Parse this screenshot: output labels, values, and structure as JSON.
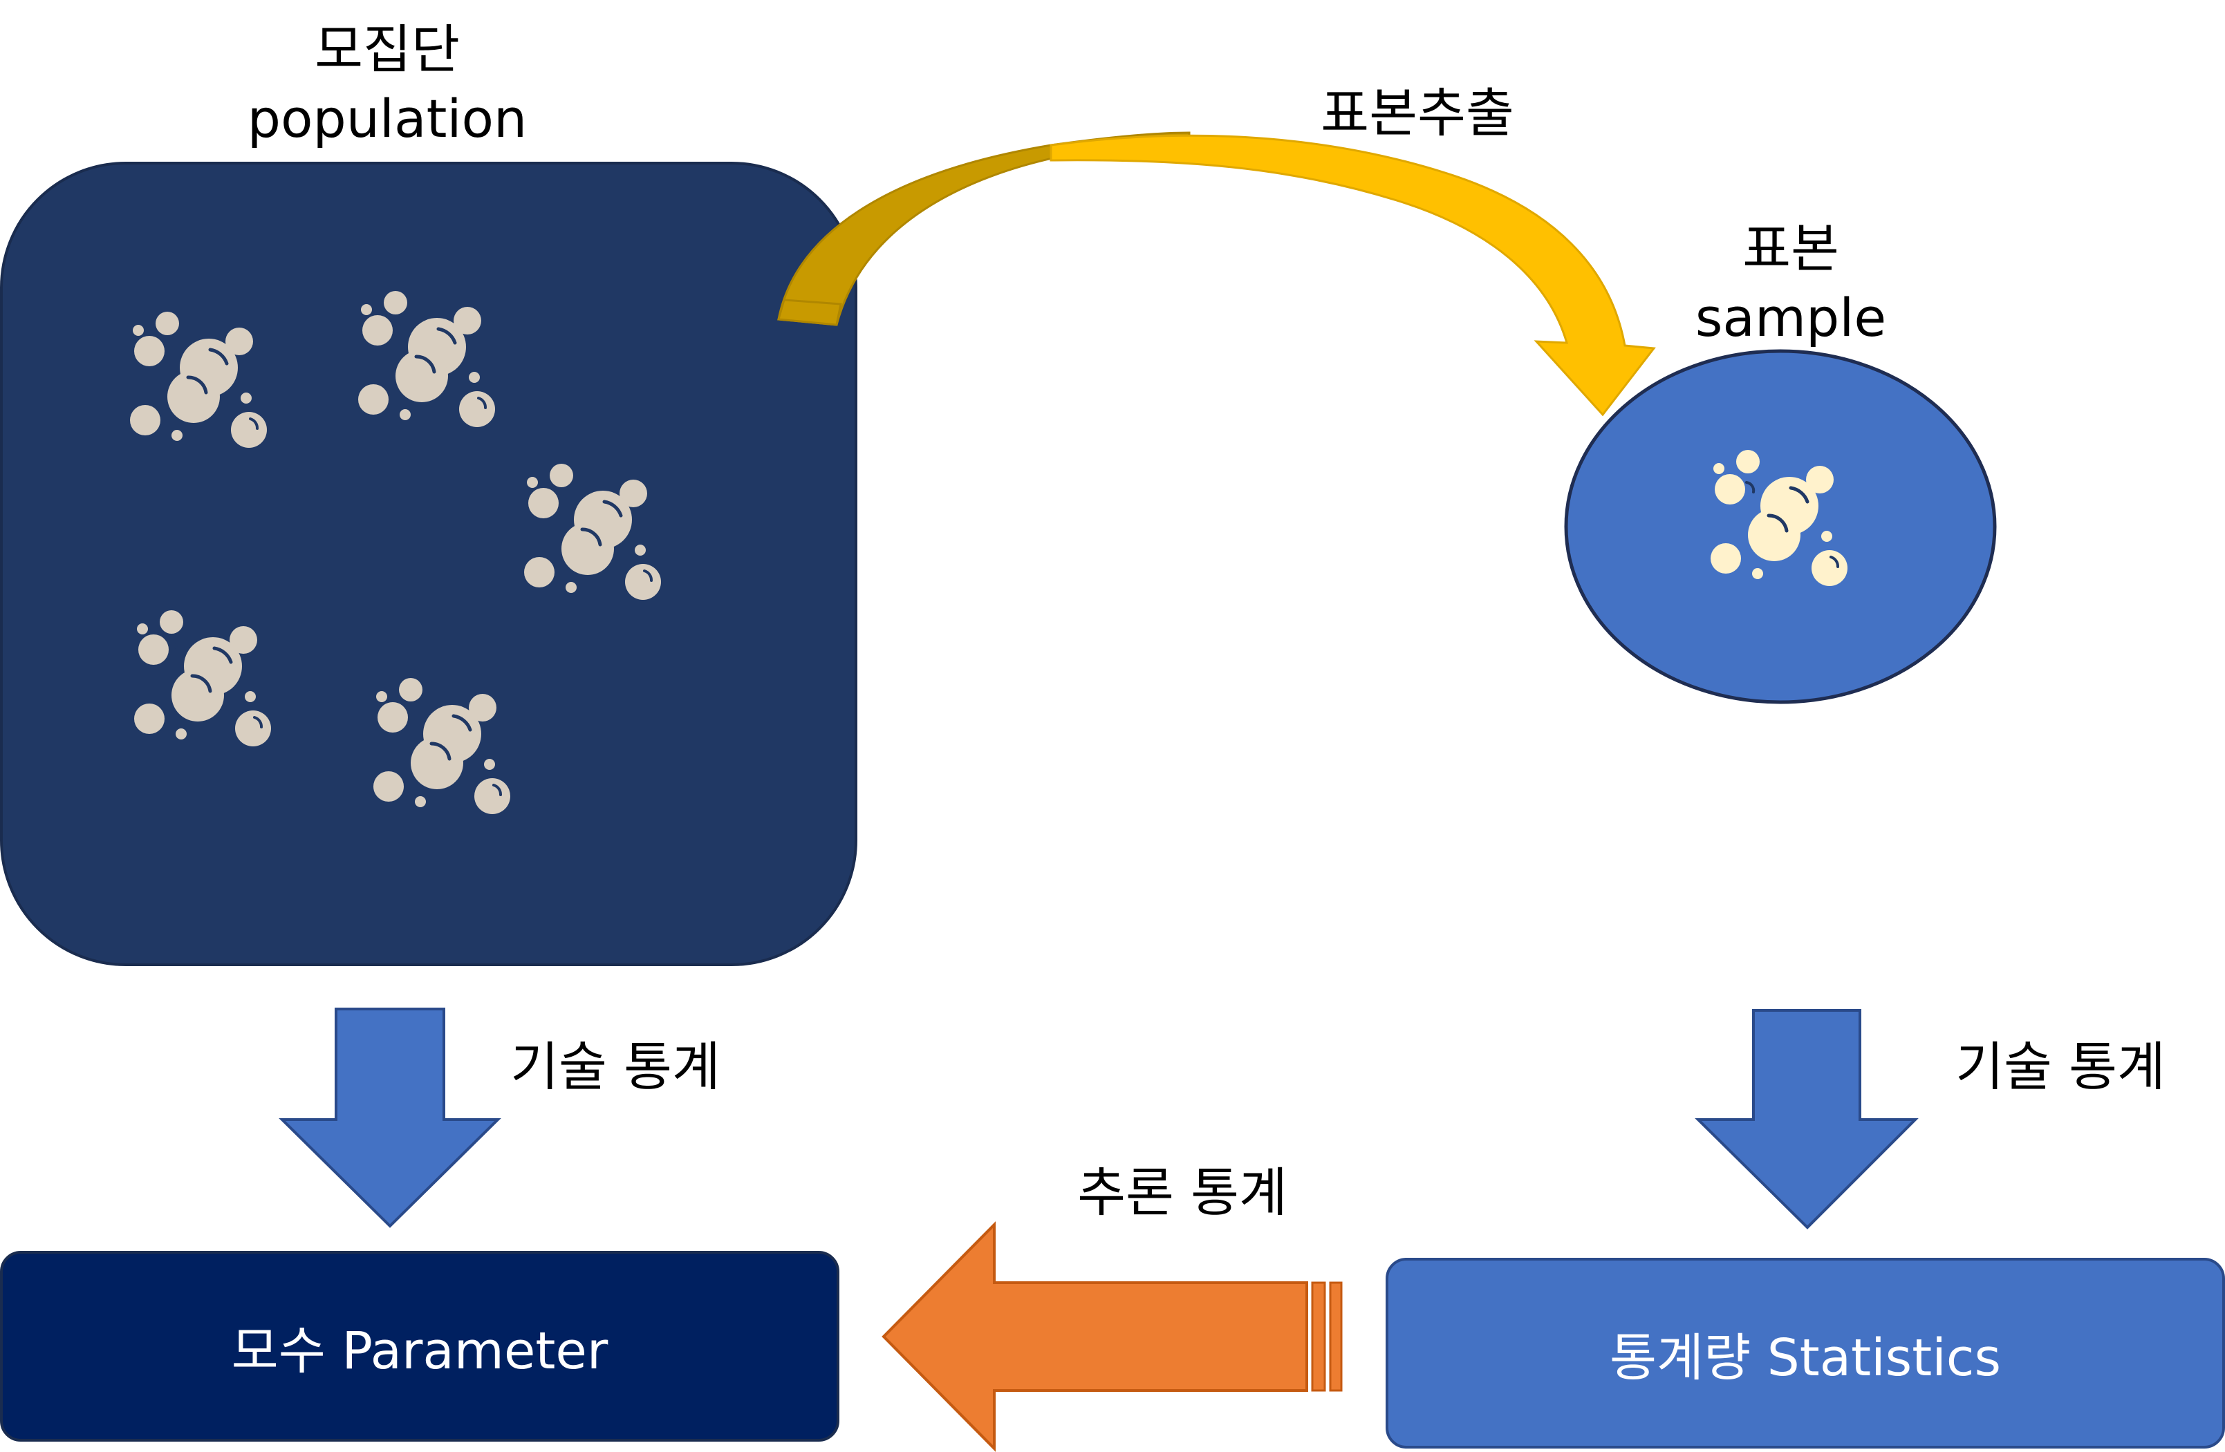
{
  "population": {
    "title_ko": "모집단",
    "title_en": "population"
  },
  "sampling_arrow": {
    "label": "표본추출"
  },
  "sample": {
    "title_ko": "표본",
    "title_en": "sample"
  },
  "descriptive_left": {
    "label": "기술 통계"
  },
  "descriptive_right": {
    "label": "기술 통계"
  },
  "inferential": {
    "label": "추론 통계"
  },
  "parameter_box": {
    "label": "모수 Parameter"
  },
  "statistics_box": {
    "label": "통계량 Statistics"
  },
  "colors": {
    "population_fill": "#203864",
    "sample_fill": "#4472C4",
    "parameter_fill": "#002060",
    "statistics_fill": "#4472C4",
    "down_arrow_fill": "#4472C4",
    "curve_arrow_light": "#FFC000",
    "curve_arrow_dark": "#C89A00",
    "left_arrow_fill": "#ED7D31",
    "bubble_population": "#D9CFC1",
    "bubble_sample": "#FFF2CC"
  },
  "icons": {
    "bubble_cluster": "bubbles-icon"
  }
}
